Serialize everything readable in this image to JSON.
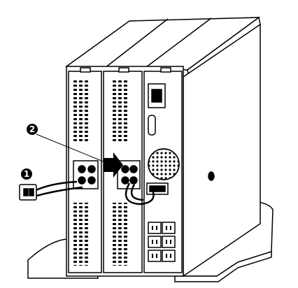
{
  "figure": {
    "subject": "ups-rear-battery-connection",
    "line_color": "#000000",
    "fill_color": "#ffffff",
    "callouts": [
      {
        "id": "callout-1",
        "label": "1"
      },
      {
        "id": "callout-2",
        "label": "2"
      }
    ],
    "icons": [
      "battery-connector-icon",
      "power-outlet-icon",
      "fan-grille-icon",
      "arrow-icon"
    ]
  }
}
